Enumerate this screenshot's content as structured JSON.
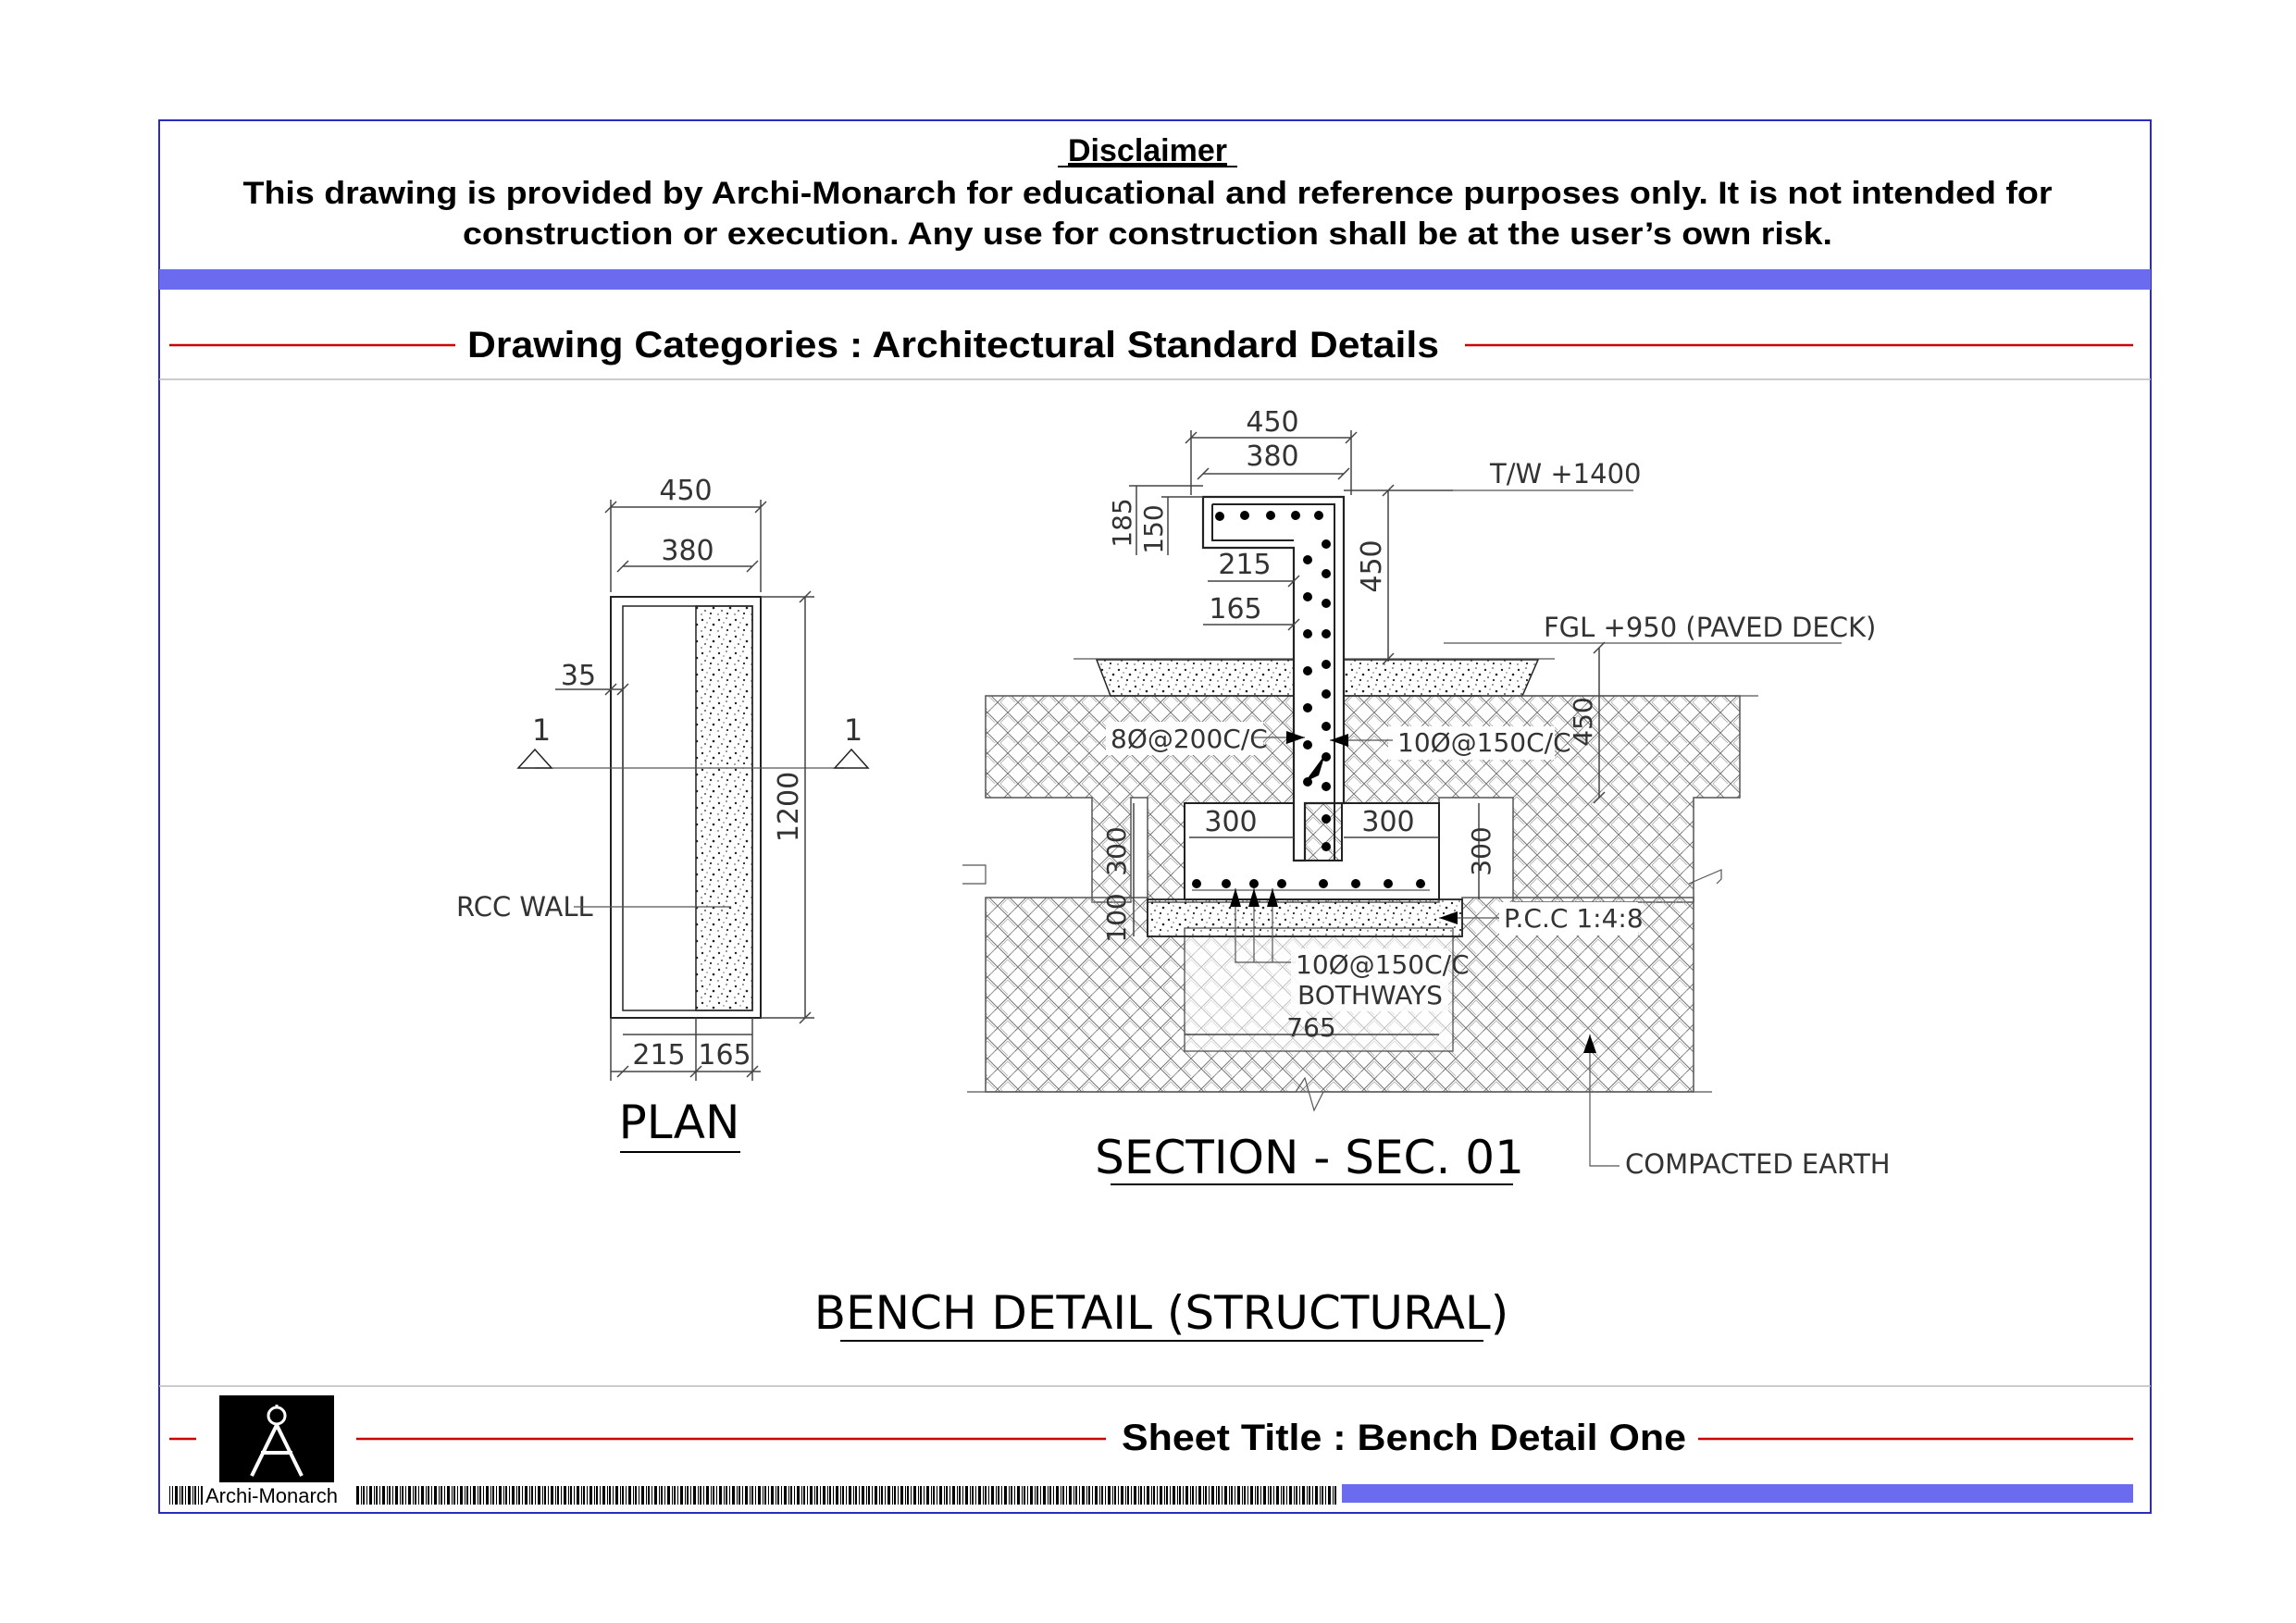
{
  "disclaimer": {
    "heading": "Disclaimer",
    "line1": "This drawing is provided by Archi-Monarch for educational and reference purposes only. It is not intended for",
    "line2": "construction or execution. Any use for construction shall be at the user’s own risk."
  },
  "category_label": "Drawing Categories : Architectural Standard Details",
  "plan": {
    "title": "PLAN",
    "dim_450": "450",
    "dim_380": "380",
    "dim_35": "35",
    "dim_1200": "1200",
    "dim_215": "215",
    "dim_165": "165",
    "rcc_wall": "RCC WALL",
    "section_mark": "1"
  },
  "section": {
    "title": "SECTION - SEC. 01",
    "dim_450_top": "450",
    "dim_380_top": "380",
    "dim_185": "185",
    "dim_150": "150",
    "dim_215": "215",
    "dim_165": "165",
    "dim_450_side": "450",
    "tw_level": "T/W +1400",
    "fgl_level": "FGL +950 (PAVED DECK)",
    "dim_450_right": "450",
    "rebar_left": "8Ø@200C/C",
    "rebar_right": "10Ø@150C/C",
    "dim_300_left": "300",
    "dim_300_right": "300",
    "dim_300_vl": "300",
    "dim_300_vr": "300",
    "dim_100": "100",
    "pcc": "P.C.C 1:4:8",
    "bottom_rebar": "10Ø@150C/C",
    "bothways": "BOTHWAYS",
    "dim_765": "765",
    "compacted_earth": "COMPACTED EARTH"
  },
  "drawing_title": "BENCH DETAIL (STRUCTURAL)",
  "sheet_title": "Sheet Title : Bench Detail One",
  "logo_text": "Archi-Monarch",
  "colors": {
    "border": "#2b2bbf",
    "band": "#6b6bef",
    "rule": "#cc0000"
  }
}
